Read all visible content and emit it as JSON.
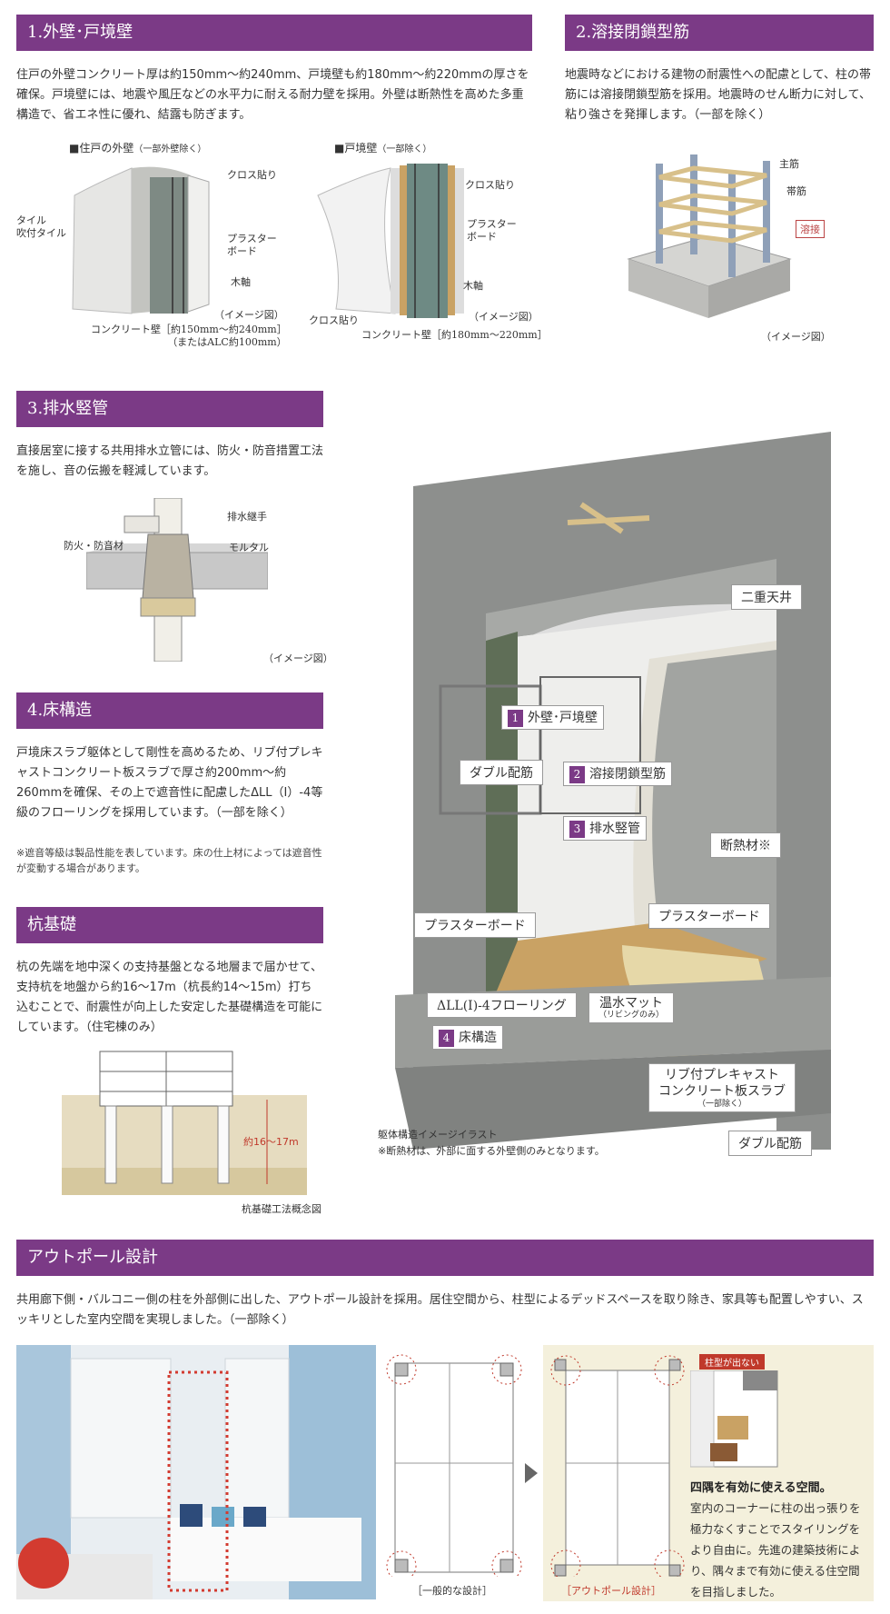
{
  "sections": {
    "wall": {
      "title": "1.外壁･戸境壁",
      "body": "住戸の外壁コンクリート厚は約150mm～約240mm、戸境壁も約180mm～約220mmの厚さを確保。戸境壁には、地震や風圧などの水平力に耐える耐力壁を採用。外壁は断熱性を高めた多重構造で、省エネ性に優れ、結露も防ぎます。",
      "exterior": {
        "heading": "■住戸の外壁",
        "heading_note": "（一部外壁除く）",
        "labels": {
          "cross": "クロス貼り",
          "tile": "タイル\n吹付タイル",
          "plaster": "プラスター\nボード",
          "wood": "木軸",
          "image": "（イメージ図）",
          "concrete": "コンクリート壁［約150mm～約240mm］\n（またはALC約100mm）"
        }
      },
      "boundary": {
        "heading": "■戸境壁",
        "heading_note": "（一部除く）",
        "labels": {
          "cross_top": "クロス貼り",
          "plaster": "プラスター\nボード",
          "wood": "木軸",
          "cross_left": "クロス貼り",
          "image": "（イメージ図）",
          "concrete": "コンクリート壁［約180mm～220mm］"
        }
      }
    },
    "weld": {
      "title": "2.溶接閉鎖型筋",
      "body": "地震時などにおける建物の耐震性への配慮として、柱の帯筋には溶接閉鎖型筋を採用。地震時のせん断力に対して、粘り強さを発揮します。（一部を除く）",
      "labels": {
        "main": "主筋",
        "hoop": "帯筋",
        "weld": "溶接",
        "image": "（イメージ図）"
      }
    },
    "drain": {
      "title": "3.排水竪管",
      "body": "直接居室に接する共用排水立管には、防火・防音措置工法を施し、音の伝搬を軽減しています。",
      "labels": {
        "joint": "排水継手",
        "fire": "防火・防音材",
        "mortar": "モルタル",
        "image": "（イメージ図）"
      }
    },
    "floor": {
      "title": "4.床構造",
      "body": "戸境床スラブ躯体として剛性を高めるため、リブ付プレキャストコンクリート板スラブで厚さ約200mm～約260mmを確保、その上で遮音性に配慮したΔLL（Ⅰ）-4等級のフローリングを採用しています。（一部を除く）",
      "note": "※遮音等級は製品性能を表しています。床の仕上材によっては遮音性が変動する場合があります。"
    },
    "pile": {
      "title": "杭基礎",
      "body": "杭の先端を地中深くの支持基盤となる地層まで届かせて、支持杭を地盤から約16～17m（杭長約14～15m）打ち込むことで、耐震性が向上した安定した基礎構造を可能にしています。（住宅棟のみ）",
      "depth": "約16～17m",
      "caption": "杭基礎工法概念図"
    },
    "outpole": {
      "title": "アウトポール設計",
      "body": "共用廊下側・バルコニー側の柱を外部側に出した、アウトポール設計を採用。居住空間から、柱型によるデッドスペースを取り除き、家具等も配置しやすい、スッキリとした室内空間を実現しました。（一部除く）",
      "plan_general": "［一般的な設計］",
      "plan_outpole": "［アウトポール設計］",
      "no_pillar": "柱型が出ない",
      "corner_title": "四隅を有効に使える空間。",
      "corner_body": "室内のコーナーに柱の出っ張りを極力なくすことでスタイリングをより自由に。先進の建築技術により、隅々まで有効に使える住空間を目指しました。"
    }
  },
  "structure": {
    "tags": {
      "ceiling": "二重天井",
      "wall": "外壁･戸境壁",
      "double_rebar_1": "ダブル配筋",
      "weld": "溶接閉鎖型筋",
      "drain": "排水竪管",
      "insulation": "断熱材※",
      "plaster_left": "プラスターボード",
      "plaster_right": "プラスターボード",
      "flooring": "ΔLL(Ⅰ)-4フローリング",
      "heating": "温水マット",
      "heating_note": "（リビングのみ）",
      "floor": "床構造",
      "slab": "リブ付プレキャスト\nコンクリート板スラブ",
      "slab_note": "（一部除く）",
      "double_rebar_2": "ダブル配筋"
    },
    "nums": {
      "wall": "1",
      "weld": "2",
      "drain": "3",
      "floor": "4"
    },
    "caption": "躯体構造イメージイラスト",
    "note": "※断熱材は、外部に面する外壁側のみとなります。"
  },
  "colors": {
    "accent": "#7b3a86",
    "concrete": "#8d8f8d",
    "wood": "#c9a264",
    "rebar": "#d8c08a"
  }
}
